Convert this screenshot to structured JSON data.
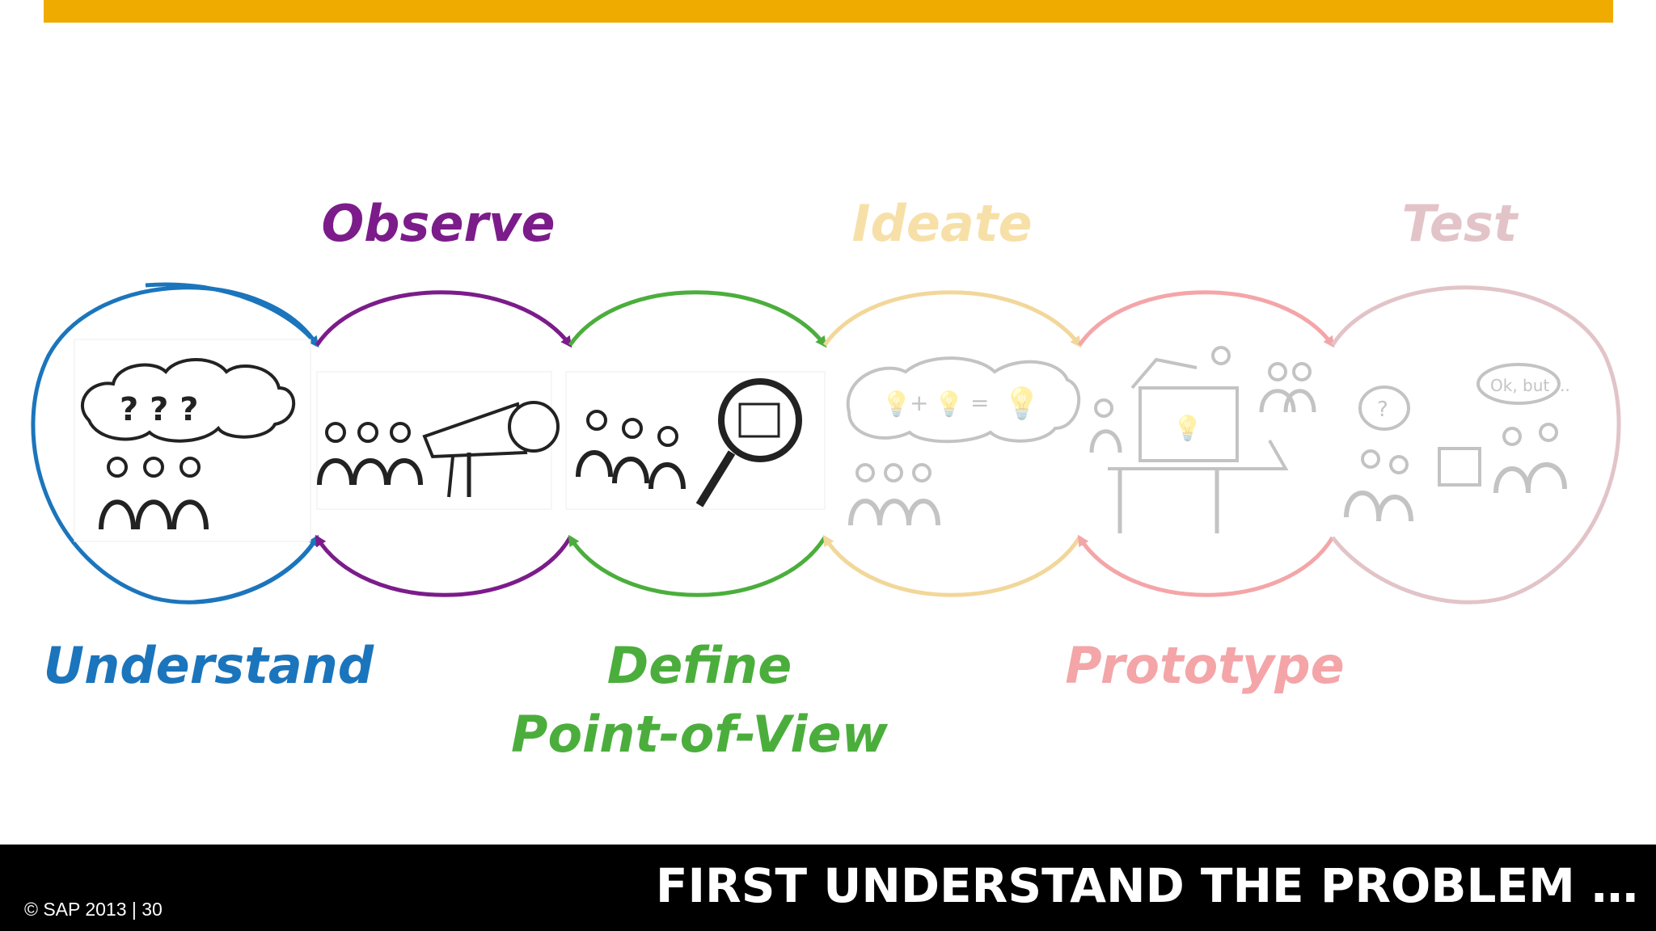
{
  "colors": {
    "top_bar": "#F0AB00",
    "understand": "#1B75BC",
    "observe": "#7B1C8A",
    "define": "#4BAE3C",
    "ideate": "#F7E0A8",
    "prototype": "#F4A5A8",
    "test": "#E2C4C8",
    "footer": "#000000"
  },
  "phases": {
    "observe": "Observe",
    "ideate": "Ideate",
    "test": "Test",
    "understand": "Understand",
    "define_line1": "Define",
    "define_line2": "Point-of-View",
    "prototype": "Prototype"
  },
  "footer": {
    "copyright": "© SAP 2013  |  30",
    "headline": "FIRST UNDERSTAND THE PROBLEM …"
  },
  "sketches": [
    {
      "name": "thought-cloud-question-marks",
      "text": "? ? ?"
    },
    {
      "name": "people-telescope",
      "text": ""
    },
    {
      "name": "people-magnifier-document",
      "text": ""
    },
    {
      "name": "ideas-combining-lightbulbs",
      "text": "+ ="
    },
    {
      "name": "prototype-box-on-table",
      "text": ""
    },
    {
      "name": "user-testing-speech",
      "text": "Ok, but ..."
    }
  ]
}
